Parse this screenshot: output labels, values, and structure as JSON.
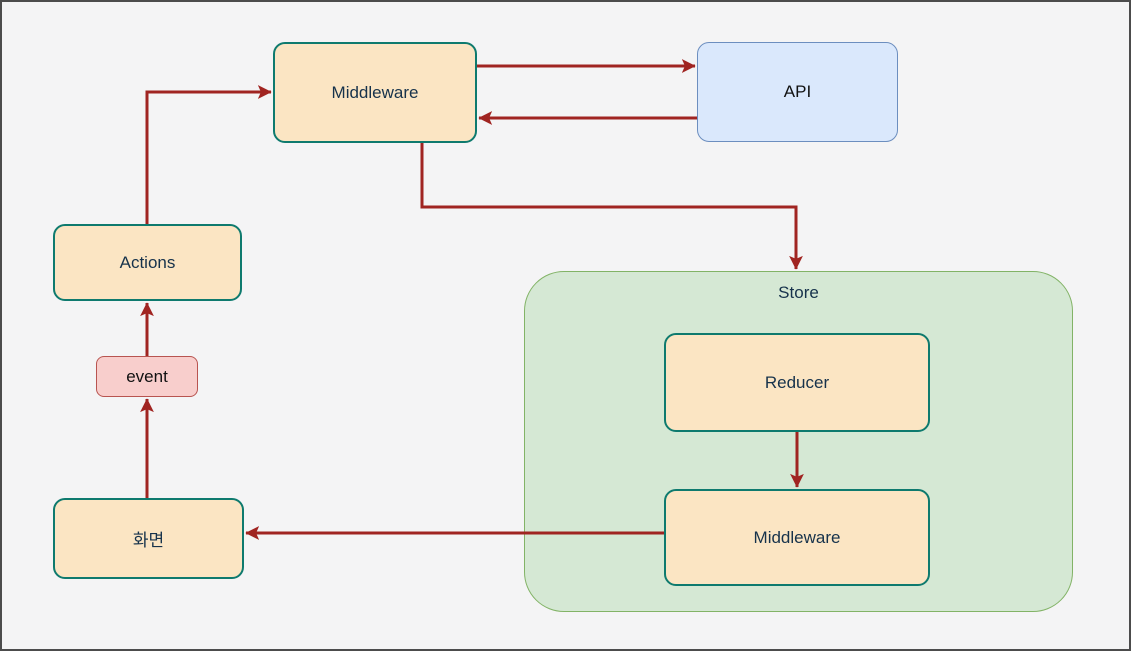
{
  "diagram": {
    "type": "flow-diagram",
    "background": "#f4f4f5",
    "frame_color": "#4c4c4c",
    "nodes": {
      "middleware_top": {
        "label": "Middleware",
        "fill": "#fbe5c3",
        "border": "#0e7a6e"
      },
      "api": {
        "label": "API",
        "fill": "#dae8fc",
        "border": "#6c8ebf"
      },
      "actions": {
        "label": "Actions",
        "fill": "#fbe5c3",
        "border": "#0e7a6e"
      },
      "event": {
        "label": "event",
        "fill": "#f8cecc",
        "border": "#b85450"
      },
      "screen": {
        "label": "화면",
        "fill": "#fbe5c3",
        "border": "#0e7a6e"
      },
      "store": {
        "label": "Store",
        "fill": "#d5e8d4",
        "border": "#82b366"
      },
      "reducer": {
        "label": "Reducer",
        "fill": "#fbe5c3",
        "border": "#0e7a6e"
      },
      "middleware_store": {
        "label": "Middleware",
        "fill": "#fbe5c3",
        "border": "#0e7a6e"
      }
    },
    "edges": [
      {
        "from": "middleware_top",
        "to": "api"
      },
      {
        "from": "api",
        "to": "middleware_top"
      },
      {
        "from": "actions",
        "to": "middleware_top"
      },
      {
        "from": "middleware_top",
        "to": "store"
      },
      {
        "from": "event",
        "to": "actions"
      },
      {
        "from": "screen",
        "to": "event"
      },
      {
        "from": "reducer",
        "to": "middleware_store"
      },
      {
        "from": "middleware_store",
        "to": "screen"
      }
    ],
    "arrow_color": "#a02421",
    "label_color": "#16324b"
  }
}
